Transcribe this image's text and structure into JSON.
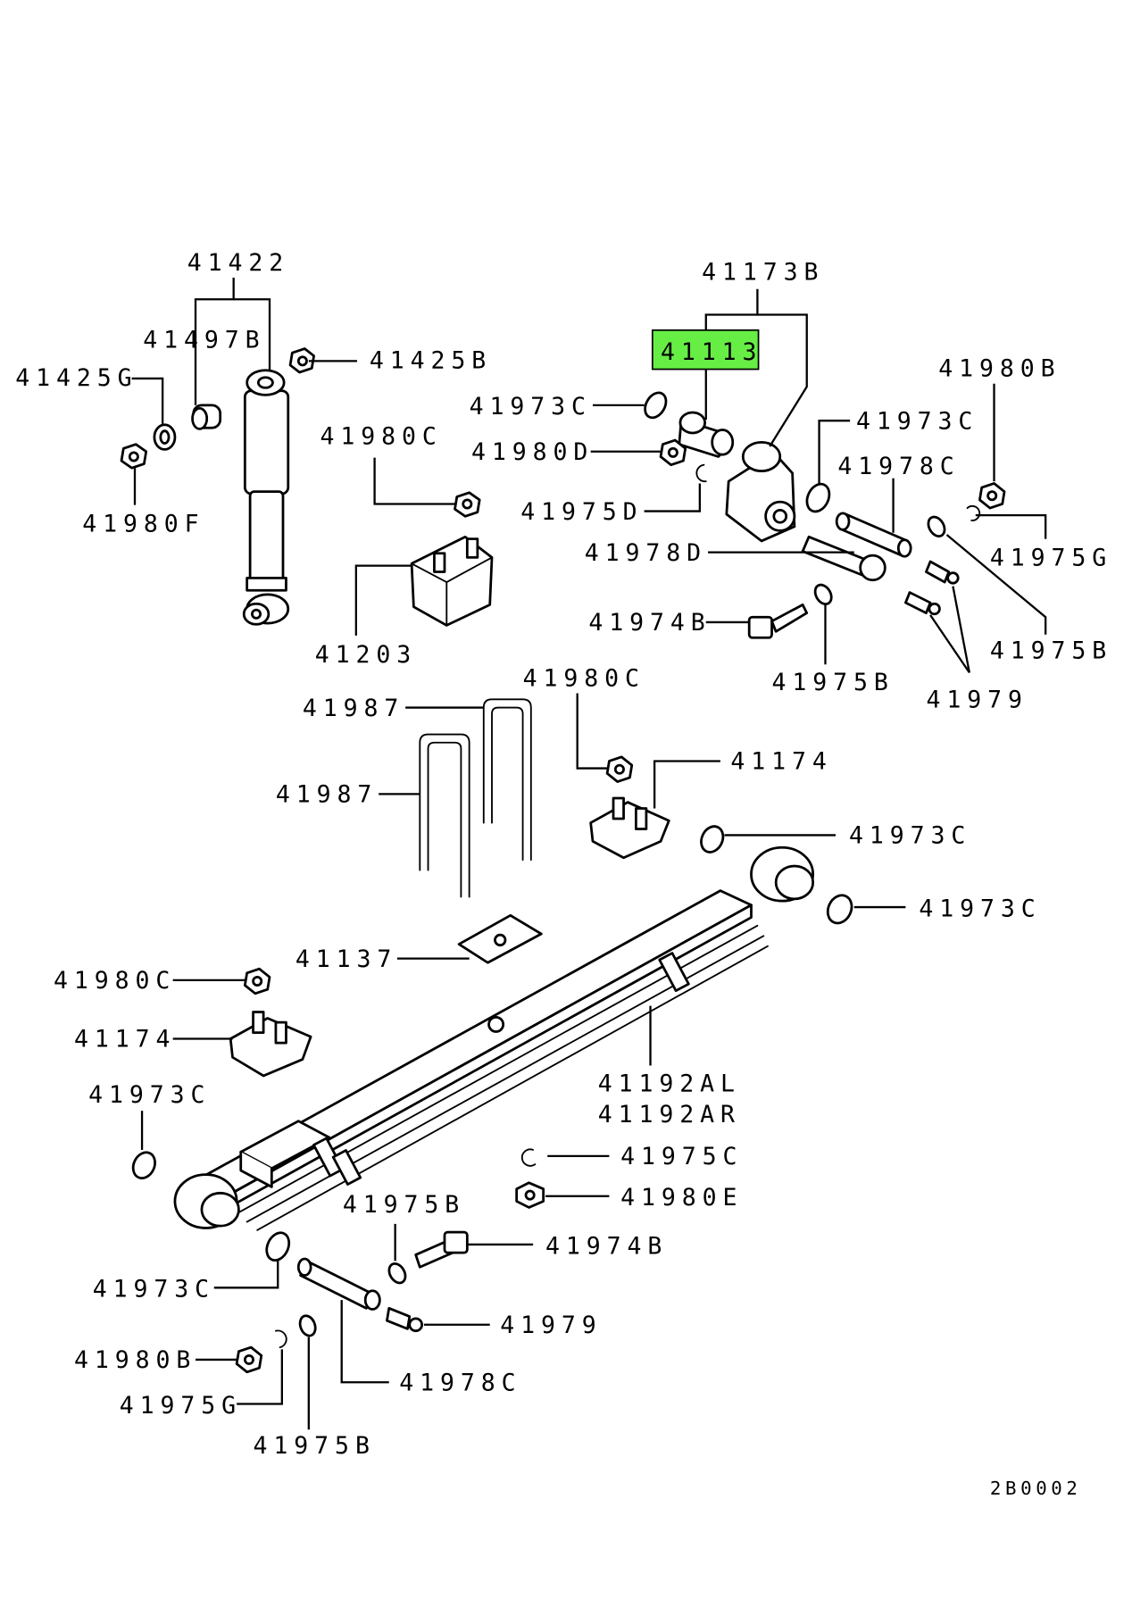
{
  "diagram": {
    "highlight_color": "#66ee44",
    "figure_code": "2B0002",
    "callouts": [
      {
        "id": "c-41422",
        "label": "41422"
      },
      {
        "id": "c-41497b",
        "label": "41497B"
      },
      {
        "id": "c-41425b",
        "label": "41425B"
      },
      {
        "id": "c-41425g",
        "label": "41425G"
      },
      {
        "id": "c-41980f",
        "label": "41980F"
      },
      {
        "id": "c-41980c-a",
        "label": "41980C"
      },
      {
        "id": "c-41203",
        "label": "41203"
      },
      {
        "id": "c-41173b",
        "label": "41173B"
      },
      {
        "id": "c-41113",
        "label": "41113",
        "highlighted": true
      },
      {
        "id": "c-41973c-a",
        "label": "41973C"
      },
      {
        "id": "c-41980d",
        "label": "41980D"
      },
      {
        "id": "c-41975d",
        "label": "41975D"
      },
      {
        "id": "c-41973c-b",
        "label": "41973C"
      },
      {
        "id": "c-41978c-a",
        "label": "41978C"
      },
      {
        "id": "c-41980b-a",
        "label": "41980B"
      },
      {
        "id": "c-41975g-a",
        "label": "41975G"
      },
      {
        "id": "c-41978d",
        "label": "41978D"
      },
      {
        "id": "c-41974b-a",
        "label": "41974B"
      },
      {
        "id": "c-41975b-a",
        "label": "41975B"
      },
      {
        "id": "c-41975b-b",
        "label": "41975B"
      },
      {
        "id": "c-41979-a",
        "label": "41979"
      },
      {
        "id": "c-41987-a",
        "label": "41987"
      },
      {
        "id": "c-41987-b",
        "label": "41987"
      },
      {
        "id": "c-41980c-b",
        "label": "41980C"
      },
      {
        "id": "c-41174-a",
        "label": "41174"
      },
      {
        "id": "c-41973c-c",
        "label": "41973C"
      },
      {
        "id": "c-41973c-d",
        "label": "41973C"
      },
      {
        "id": "c-41137",
        "label": "41137"
      },
      {
        "id": "c-41980c-c",
        "label": "41980C"
      },
      {
        "id": "c-41174-b",
        "label": "41174"
      },
      {
        "id": "c-41973c-e",
        "label": "41973C"
      },
      {
        "id": "c-41192al",
        "label": "41192AL"
      },
      {
        "id": "c-41192ar",
        "label": "41192AR"
      },
      {
        "id": "c-41975c",
        "label": "41975C"
      },
      {
        "id": "c-41980e",
        "label": "41980E"
      },
      {
        "id": "c-41975b-c",
        "label": "41975B"
      },
      {
        "id": "c-41974b-b",
        "label": "41974B"
      },
      {
        "id": "c-41973c-f",
        "label": "41973C"
      },
      {
        "id": "c-41979-b",
        "label": "41979"
      },
      {
        "id": "c-41980b-b",
        "label": "41980B"
      },
      {
        "id": "c-41978c-b",
        "label": "41978C"
      },
      {
        "id": "c-41975g-b",
        "label": "41975G"
      },
      {
        "id": "c-41975b-d",
        "label": "41975B"
      }
    ]
  }
}
